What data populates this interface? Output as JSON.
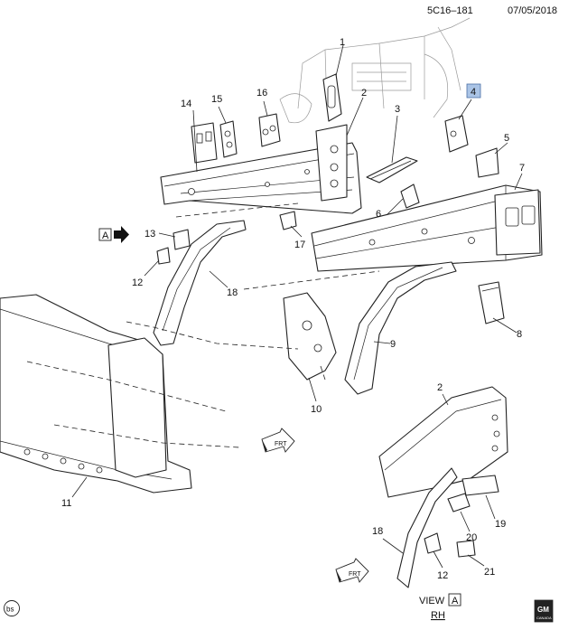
{
  "header": {
    "code": "5C16–181",
    "date": "07/05/2018"
  },
  "callouts": [
    {
      "id": "c1",
      "text": "1"
    },
    {
      "id": "c2",
      "text": "2"
    },
    {
      "id": "c3",
      "text": "3"
    },
    {
      "id": "c4",
      "text": "4"
    },
    {
      "id": "c5",
      "text": "5"
    },
    {
      "id": "c6",
      "text": "6"
    },
    {
      "id": "c7",
      "text": "7"
    },
    {
      "id": "c8",
      "text": "8"
    },
    {
      "id": "c9",
      "text": "9"
    },
    {
      "id": "c10",
      "text": "10"
    },
    {
      "id": "c11",
      "text": "11"
    },
    {
      "id": "c12",
      "text": "12"
    },
    {
      "id": "c13",
      "text": "13"
    },
    {
      "id": "c14",
      "text": "14"
    },
    {
      "id": "c15",
      "text": "15"
    },
    {
      "id": "c16",
      "text": "16"
    },
    {
      "id": "c17",
      "text": "17"
    },
    {
      "id": "c18",
      "text": "18"
    },
    {
      "id": "c2b",
      "text": "2"
    },
    {
      "id": "c19",
      "text": "19"
    },
    {
      "id": "c20",
      "text": "20"
    },
    {
      "id": "c18b",
      "text": "18"
    },
    {
      "id": "c12b",
      "text": "12"
    },
    {
      "id": "c21",
      "text": "21"
    }
  ],
  "view_marker": {
    "letter": "A"
  },
  "view_caption": {
    "prefix": "VIEW",
    "letter": "A",
    "side": "RH"
  },
  "front_arrows": [
    {
      "text": "FRT"
    },
    {
      "text": "FRT"
    }
  ],
  "corner_left": "bs",
  "corner_right_logo": {
    "line1": "GM",
    "line2": "CANADA"
  },
  "colors": {
    "highlight_callout": "#aac4e6",
    "line": "#222222"
  }
}
